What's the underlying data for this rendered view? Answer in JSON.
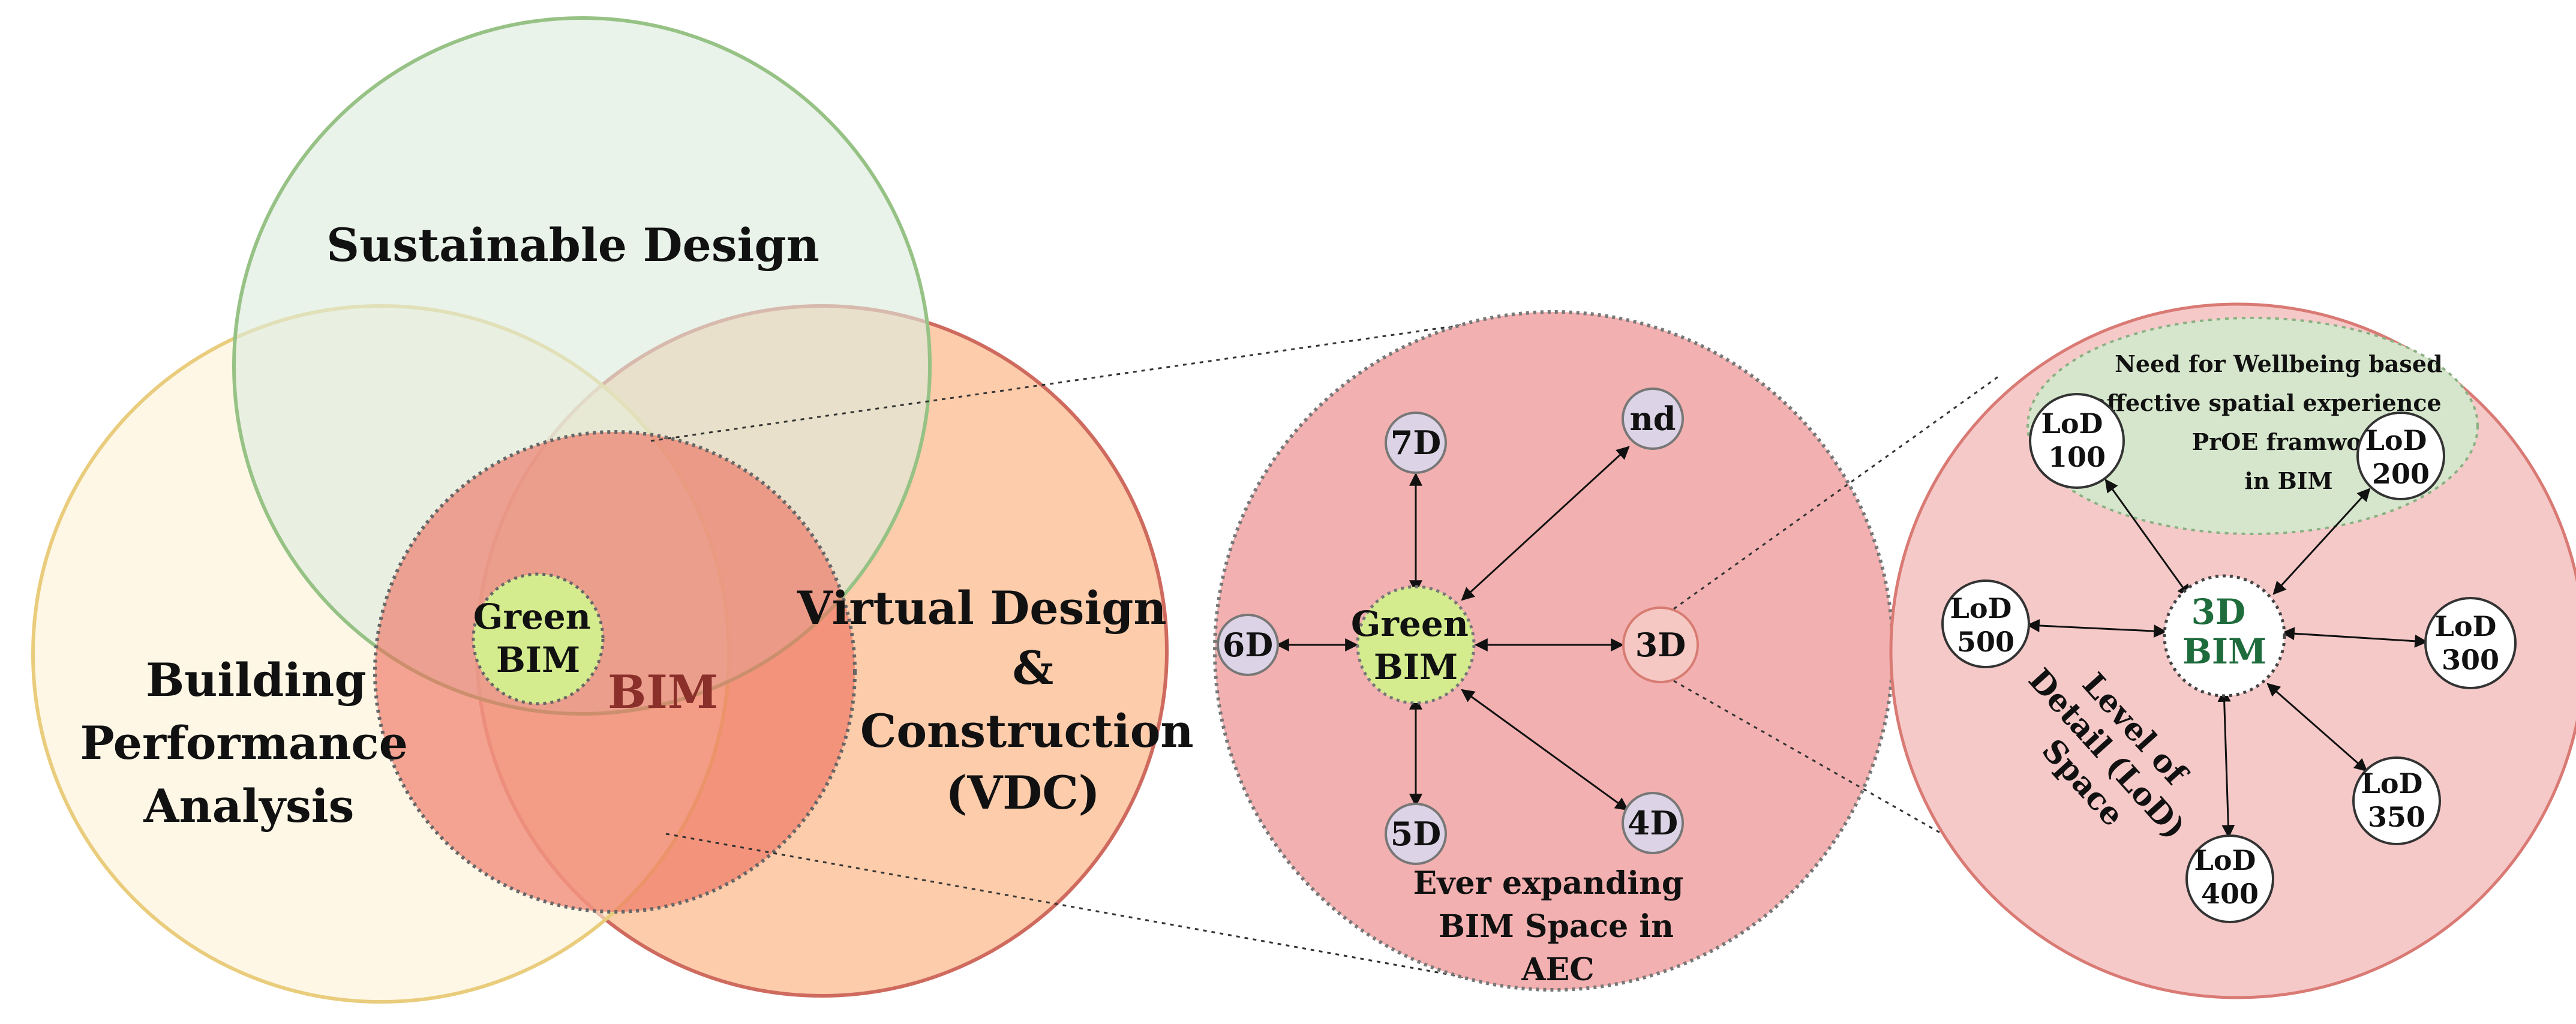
{
  "venn": {
    "sustainable_design": "Sustainable Design",
    "building_performance": [
      "Building",
      "Performance",
      "Analysis"
    ],
    "vdc": [
      "Virtual Design",
      "&",
      "Construction",
      "(VDC)"
    ],
    "bim": "BIM",
    "green_bim": [
      "Green",
      "BIM"
    ]
  },
  "bim_space": {
    "center": [
      "Green",
      "BIM"
    ],
    "nodes": {
      "d7": "7D",
      "nd": "nd",
      "d6": "6D",
      "d3": "3D",
      "d5": "5D",
      "d4": "4D"
    },
    "caption": [
      "Ever expanding",
      "BIM Space in",
      "AEC"
    ]
  },
  "lod_space": {
    "center": [
      "3D",
      "BIM"
    ],
    "center_color": "#1e6b3c",
    "wellbeing_note": [
      "Need for Wellbeing based",
      "affective spatial experience",
      "PrOE framwork",
      "in BIM"
    ],
    "nodes": {
      "lod100": [
        "LoD",
        "100"
      ],
      "lod200": [
        "LoD",
        "200"
      ],
      "lod300": [
        "LoD",
        "300"
      ],
      "lod350": [
        "LoD",
        "350"
      ],
      "lod400": [
        "LoD",
        "400"
      ],
      "lod500": [
        "LoD",
        "500"
      ]
    },
    "label": [
      "Level of",
      "Detail (LoD)",
      "Space"
    ]
  },
  "colors": {
    "sustainable_fill": "#dcebdd",
    "building_fill": "#fdf2d6",
    "vdc_fill": "#fbb98a",
    "bim_fill": "#ee6f5f",
    "green_bim_fill": "#d4ec8e",
    "bim_space_fill": "#f3b0b0",
    "lod_space_fill": "#f6c9c9",
    "wellbeing_fill": "#d6e6cc",
    "node_purple": "#dcd3e6"
  }
}
